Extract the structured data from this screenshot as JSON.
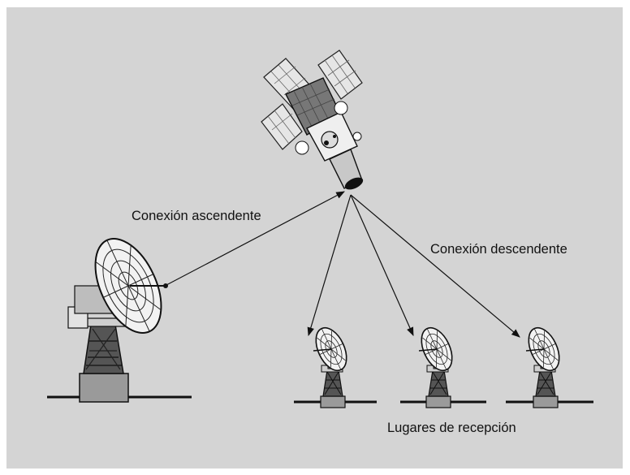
{
  "diagram": {
    "uplink_label": "Conexión ascendente",
    "downlink_label": "Conexión descendente",
    "receivers_label": "Lugares de recepción",
    "receiver_count": 3
  }
}
